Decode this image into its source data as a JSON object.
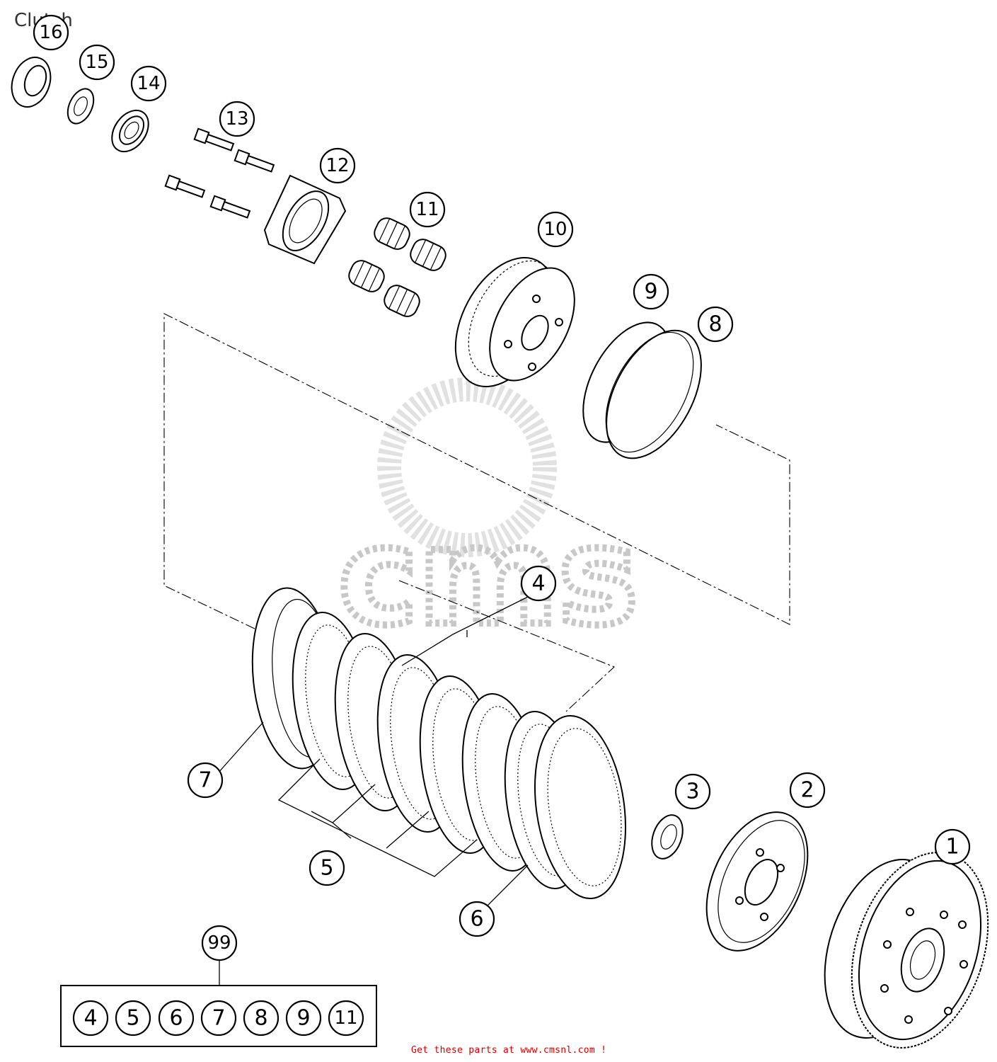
{
  "title": "Clutch",
  "footer": "Get these parts at www.cmsnl.com !",
  "watermark": "cms",
  "callouts": [
    {
      "id": "c16",
      "label": "16"
    },
    {
      "id": "c15",
      "label": "15"
    },
    {
      "id": "c14",
      "label": "14"
    },
    {
      "id": "c13",
      "label": "13"
    },
    {
      "id": "c12",
      "label": "12"
    },
    {
      "id": "c11",
      "label": "11"
    },
    {
      "id": "c10",
      "label": "10"
    },
    {
      "id": "c9",
      "label": "9"
    },
    {
      "id": "c8",
      "label": "8"
    },
    {
      "id": "c4",
      "label": "4"
    },
    {
      "id": "c7",
      "label": "7"
    },
    {
      "id": "c5",
      "label": "5"
    },
    {
      "id": "c6",
      "label": "6"
    },
    {
      "id": "c3",
      "label": "3"
    },
    {
      "id": "c2",
      "label": "2"
    },
    {
      "id": "c1",
      "label": "1"
    },
    {
      "id": "c99",
      "label": "99"
    }
  ],
  "kit": {
    "label": "99",
    "items": [
      "4",
      "5",
      "6",
      "7",
      "8",
      "9",
      "11"
    ]
  }
}
